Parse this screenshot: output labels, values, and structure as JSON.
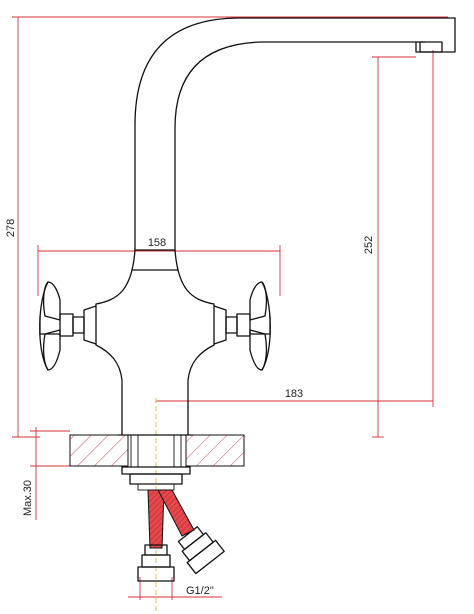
{
  "dimensions": {
    "total_height": "278",
    "spout_height": "252",
    "handle_span": "158",
    "spout_reach": "183",
    "max_countertop": "Max.30",
    "thread_size": "G1/2\""
  },
  "colors": {
    "outline": "#111111",
    "dimension_line": "#d6323a",
    "hatch": "#d6323a",
    "axis": "#e0c040",
    "hose": "#d6323a"
  }
}
